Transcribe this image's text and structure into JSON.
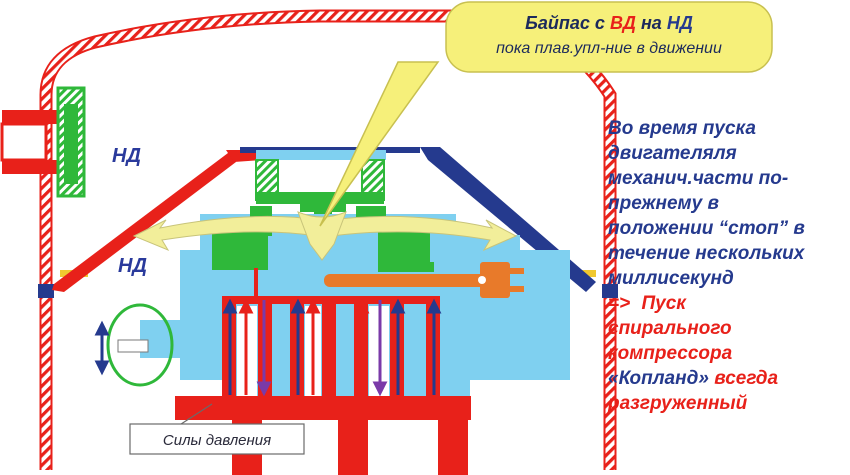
{
  "bubble": {
    "title_prefix": "Байпас с ",
    "title_hp": "ВД",
    "title_mid": " на ",
    "title_lp": "НД",
    "subtitle": "пока плав.упл-ние в движении"
  },
  "labels": {
    "nd_upper": "НД",
    "nd_lower": "НД",
    "forces": "Силы давления"
  },
  "side_text": {
    "lines_blue": [
      "Во время пуска",
      "двигателяля",
      "механич.части по-",
      "прежнему в",
      "положении “стоп” в",
      "течение нескольких",
      "миллисекунд"
    ],
    "line_arrow_prefix": "=> ",
    "line_arrow_red": "Пуск",
    "lines_red": [
      "спирального",
      "компрессора"
    ],
    "line_brand_blue": "«Копланд»",
    "line_brand_red": " всегда",
    "line_last_red": "разгруженный"
  },
  "colors": {
    "shell_red": "#e8211a",
    "blue_dark": "#253a8e",
    "body_blue": "#7fd0f0",
    "green": "#2fb83a",
    "bubble_fill": "#f6f07a",
    "arrow_yellow": "#f2ee9a",
    "plug_orange": "#e87a2a"
  },
  "icons": [
    "motion-arrow-icon",
    "flow-arrow-icon",
    "plug-icon"
  ]
}
